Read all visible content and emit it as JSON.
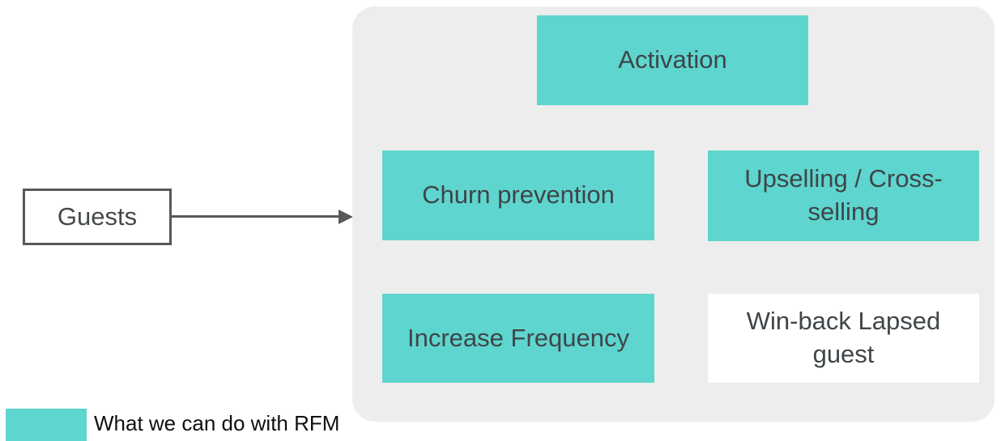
{
  "diagram": {
    "title_context": "RFM actions diagram",
    "source": {
      "label": "Guests"
    },
    "arrow": {
      "from": "guests-box",
      "to": "rfm-panel",
      "color": "#56585a"
    },
    "boxes": [
      {
        "id": "activation",
        "label": "Activation",
        "highlighted": true
      },
      {
        "id": "churn-prevention",
        "label": "Churn prevention",
        "highlighted": true
      },
      {
        "id": "upselling",
        "label": "Upselling / Cross-selling",
        "highlighted": true
      },
      {
        "id": "increase-frequency",
        "label": "Increase Frequency",
        "highlighted": true
      },
      {
        "id": "win-back",
        "label": "Win-back Lapsed guest",
        "highlighted": false
      }
    ],
    "legend": {
      "label": "What we can do with RFM",
      "swatch_color": "#5ed5ce"
    },
    "colors": {
      "rfm_teal": "#5ed5ce",
      "panel_gray": "#ededed",
      "box_text": "#3f4548",
      "outline_gray": "#56585a",
      "page_background": "#ffffff"
    }
  }
}
